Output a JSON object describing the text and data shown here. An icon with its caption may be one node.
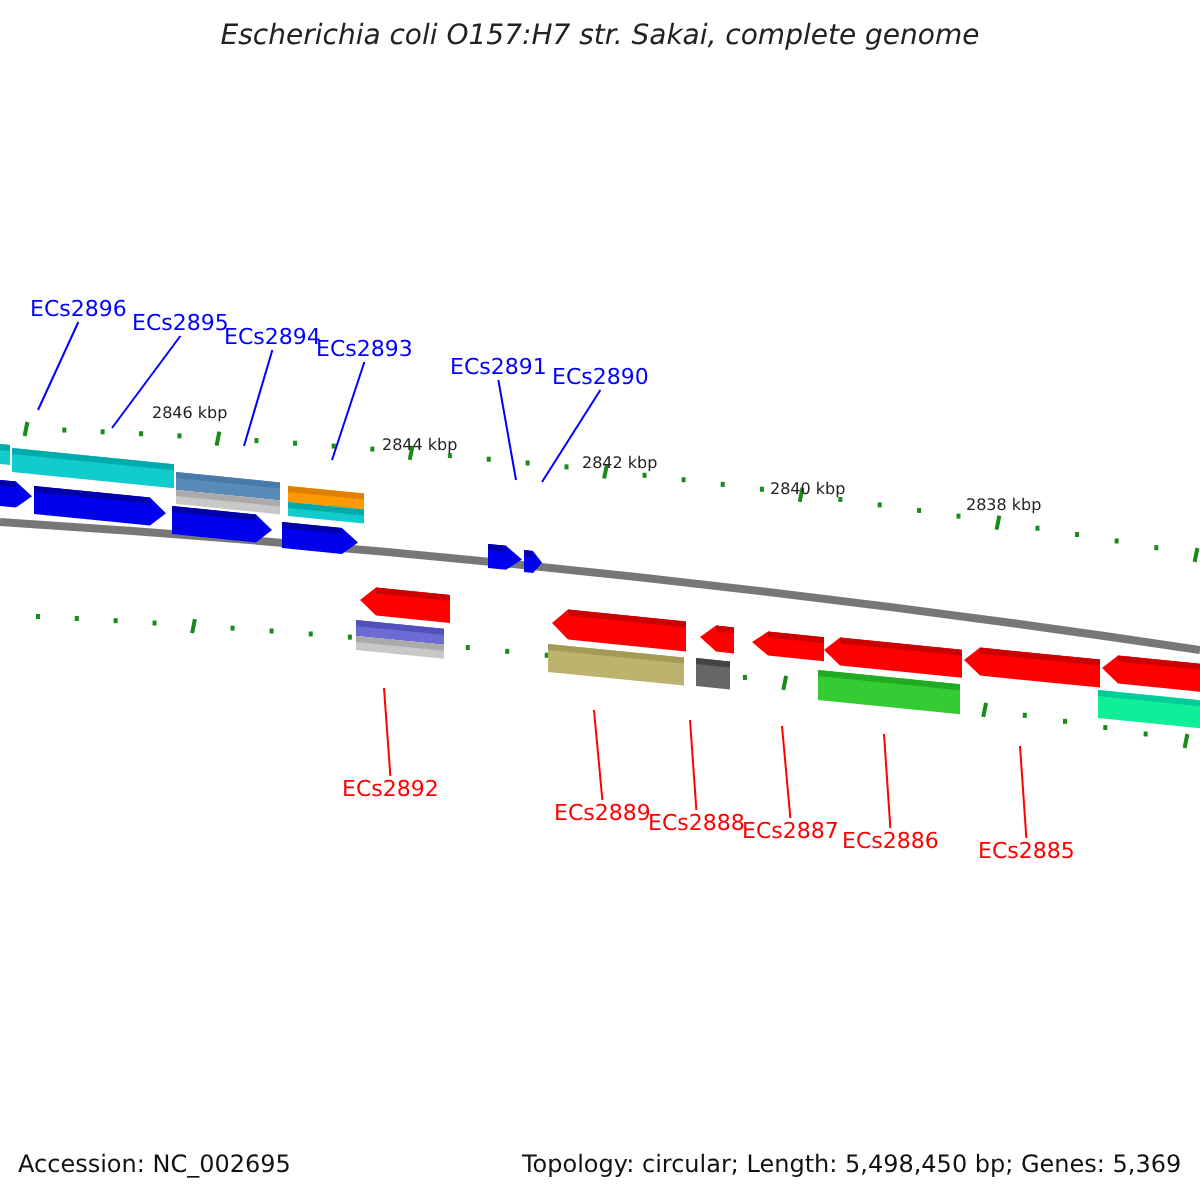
{
  "diagram": {
    "title": "Escherichia coli O157:H7 str. Sakai, complete genome",
    "nodes": [
      {
        "text": [
          "ECs2896"
        ]
      },
      {
        "text": [
          "ECs2895"
        ]
      },
      {
        "text": [
          "ECs2894"
        ]
      },
      {
        "text": [
          "ECs2893"
        ]
      },
      {
        "text": [
          "ECs2891"
        ]
      },
      {
        "text": [
          "ECs2890"
        ]
      },
      {
        "text": [
          "ECs2892"
        ]
      },
      {
        "text": [
          "ECs2889"
        ]
      },
      {
        "text": [
          "ECs2888"
        ]
      },
      {
        "text": [
          "ECs2887"
        ]
      },
      {
        "text": [
          "ECs2886"
        ]
      },
      {
        "text": [
          "ECs2885"
        ]
      }
    ],
    "edges": [
      {
        "from": 0,
        "to": null,
        "arrow": "none"
      },
      {
        "from": 1,
        "to": null,
        "arrow": "none"
      },
      {
        "from": 2,
        "to": null,
        "arrow": "none"
      },
      {
        "from": 3,
        "to": null,
        "arrow": "none"
      },
      {
        "from": 4,
        "to": null,
        "arrow": "none"
      },
      {
        "from": 5,
        "to": null,
        "arrow": "none"
      },
      {
        "from": 6,
        "to": null,
        "arrow": "none",
        "color": "#ff0000"
      },
      {
        "from": 7,
        "to": null,
        "arrow": "none",
        "color": "#ff0000"
      },
      {
        "from": 8,
        "to": null,
        "arrow": "none",
        "color": "#ff0000"
      },
      {
        "from": 9,
        "to": null,
        "arrow": "none",
        "color": "#ff0000"
      },
      {
        "from": 10,
        "to": null,
        "arrow": "none",
        "color": "#ff0000"
      },
      {
        "from": 11,
        "to": null,
        "arrow": "none",
        "color": "#ff0000"
      }
    ],
    "labels": [
      "2846 kbp",
      "2844 kbp",
      "2842 kbp",
      "2840 kbp",
      "2838 kbp",
      "Accession: NC_002695",
      "Topology: circular; Length: 5,498,450 bp; Genes: 5,369"
    ]
  }
}
